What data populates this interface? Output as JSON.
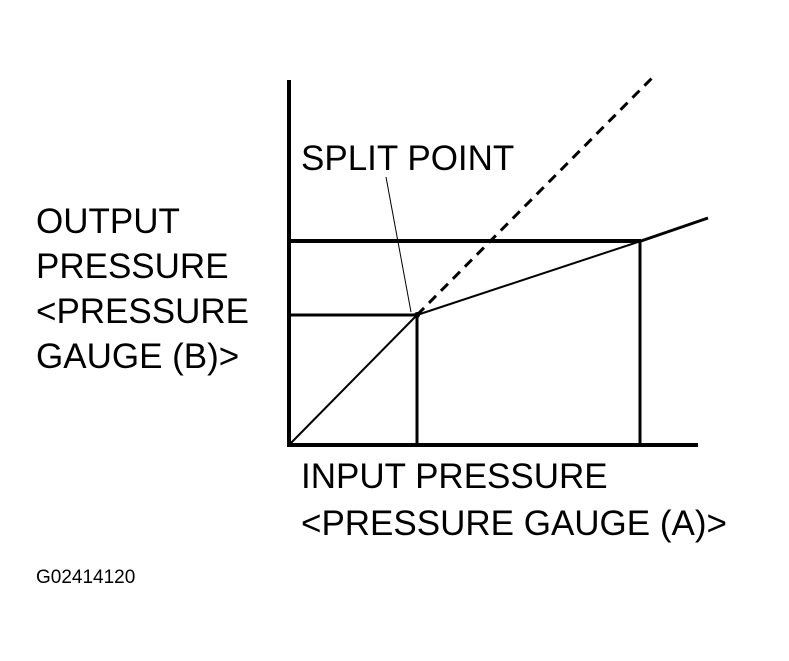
{
  "diagram": {
    "split_point_label": "SPLIT POINT",
    "y_axis_label": [
      "OUTPUT",
      "PRESSURE",
      "<PRESSURE",
      "GAUGE (B)>"
    ],
    "x_axis_label": [
      "INPUT PRESSURE",
      "<PRESSURE GAUGE (A)>"
    ],
    "figure_code": "G02414120"
  },
  "colors": {
    "line": "#000000",
    "background": "#ffffff"
  }
}
